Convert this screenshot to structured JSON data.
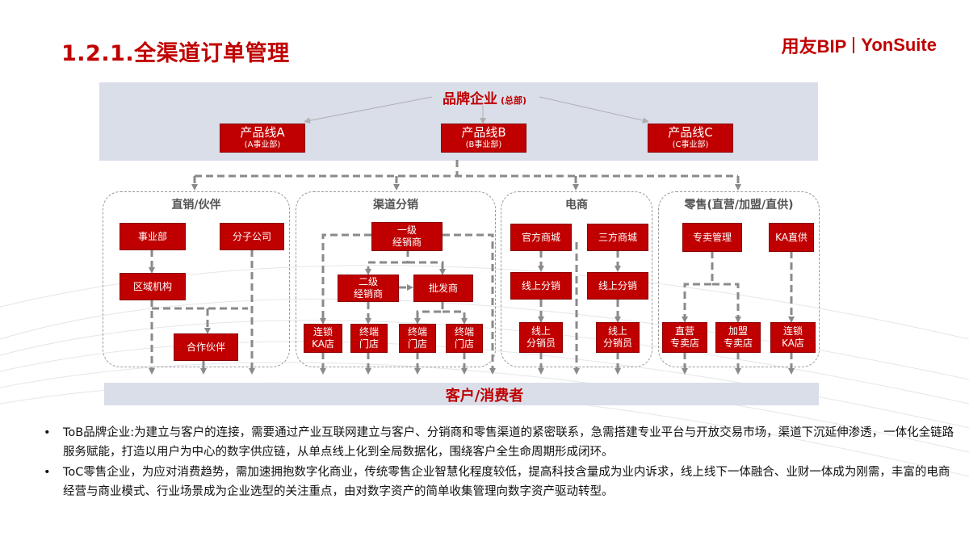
{
  "header": {
    "title": "1.2.1.全渠道订单管理"
  },
  "logo": {
    "left": "用友BIP",
    "right": "YonSuite"
  },
  "diagram": {
    "brand": {
      "label": "品牌企业",
      "sub": "(总部)"
    },
    "product_lines": [
      {
        "label": "产品线A",
        "sub": "(A事业部)"
      },
      {
        "label": "产品线B",
        "sub": "(B事业部)"
      },
      {
        "label": "产品线C",
        "sub": "(C事业部)"
      }
    ],
    "groups": {
      "direct": {
        "label": "直销/伙伴",
        "nodes": {
          "business_unit": "事业部",
          "subsidiary": "分子公司",
          "regional": "区域机构",
          "partner": "合作伙伴"
        }
      },
      "channel": {
        "label": "渠道分销",
        "nodes": {
          "tier1": "一级\n经销商",
          "tier2": "二级\n经销商",
          "wholesaler": "批发商",
          "chain_ka": "连锁\nKA店",
          "terminal1": "终端\n门店",
          "terminal2": "终端\n门店",
          "terminal3": "终端\n门店"
        }
      },
      "ecommerce": {
        "label": "电商",
        "nodes": {
          "official_mall": "官方商城",
          "third_mall": "三方商城",
          "online_dist1": "线上分销",
          "online_dist2": "线上分销",
          "online_seller1": "线上\n分销员",
          "online_seller2": "线上\n分销员"
        }
      },
      "retail": {
        "label": "零售(直营/加盟/直供)",
        "nodes": {
          "store_mgmt": "专卖管理",
          "ka_direct": "KA直供",
          "direct_store": "直营\n专卖店",
          "franchise_store": "加盟\n专卖店",
          "chain_ka": "连锁\nKA店"
        }
      }
    },
    "customer": "客户/消费者"
  },
  "bullets": [
    "ToB品牌企业:为建立与客户的连接，需要通过产业互联网建立与客户、分销商和零售渠道的紧密联系，急需搭建专业平台与开放交易市场，渠道下沉延伸渗透，一体化全链路服务赋能，打造以用户为中心的数字供应链，从单点线上化到全局数据化，围绕客户全生命周期形成闭环。",
    "ToC零售企业，为应对消费趋势，需加速拥抱数字化商业，传统零售企业智慧化程度较低，提高科技含量成为业内诉求，线上线下一体融合、业财一体成为刚需，丰富的电商经营与商业模式、行业场景成为企业选型的关注重点，由对数字资产的简单收集管理向数字资产驱动转型。"
  ],
  "colors": {
    "accent": "#c00000",
    "band": "#d9dee9",
    "dash": "#9a9a9a"
  }
}
